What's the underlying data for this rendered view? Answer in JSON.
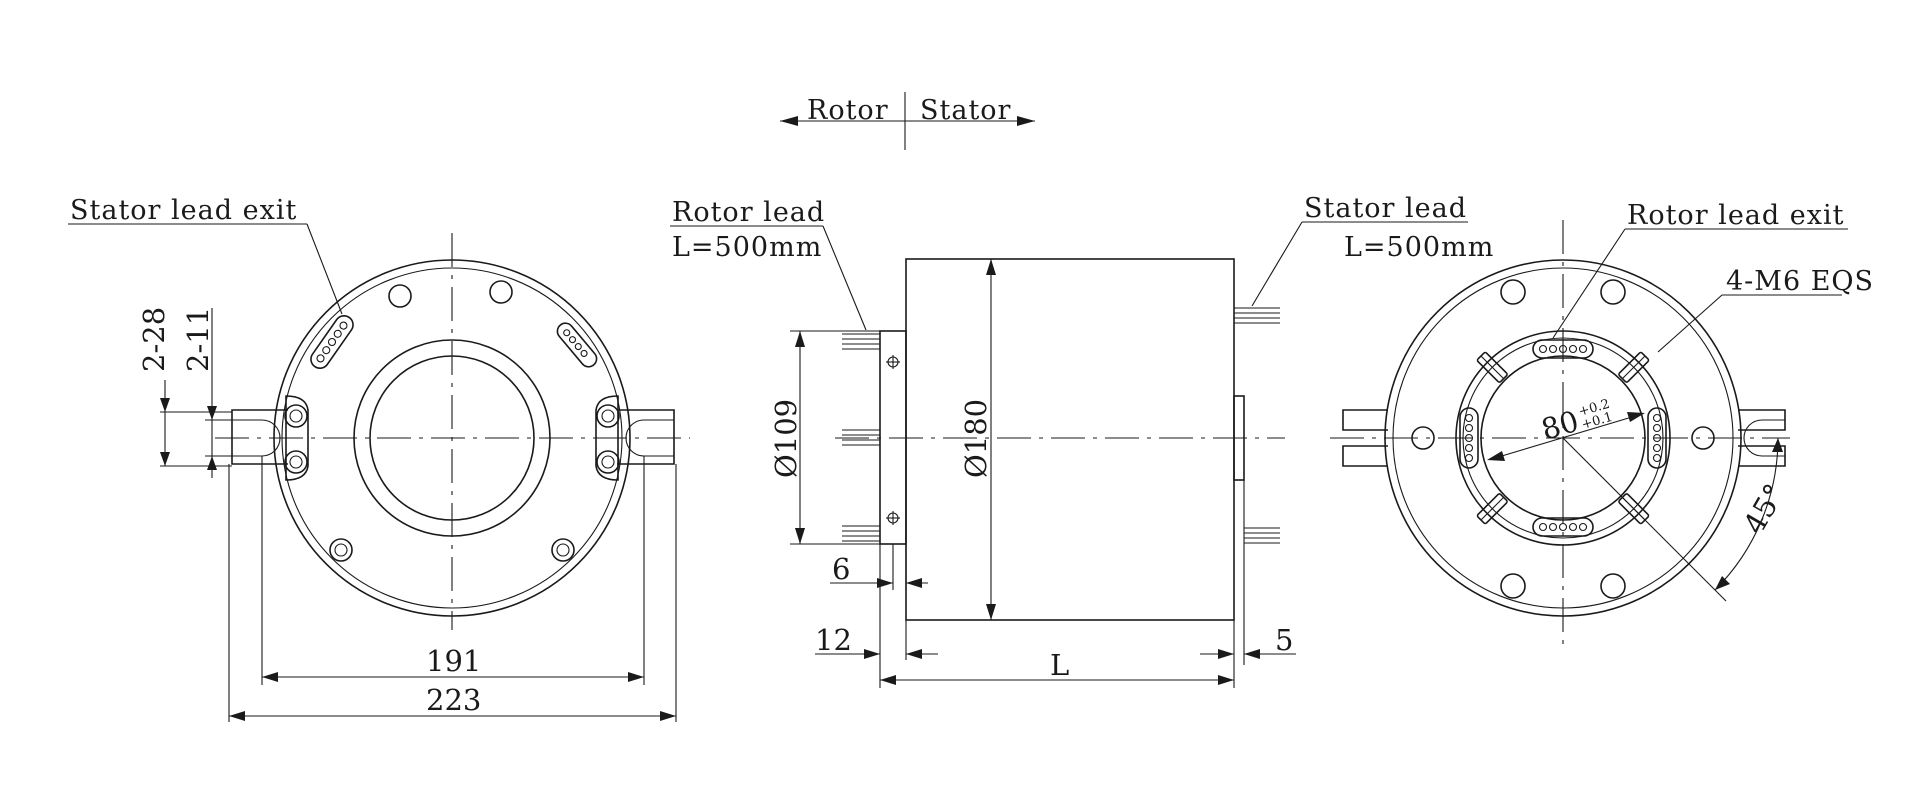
{
  "direction": {
    "rotor": "Rotor",
    "stator": "Stator"
  },
  "left_view": {
    "lead_exit_label": "Stator lead exit",
    "dim_slot_outer": "2-28",
    "dim_slot_inner": "2-11",
    "dim_inner_width": "191",
    "dim_outer_width": "223"
  },
  "side_view": {
    "rotor_lead_label": "Rotor lead",
    "rotor_lead_length": "L=500mm",
    "stator_lead_label": "Stator lead",
    "stator_lead_length": "L=500mm",
    "dim_flange_dia": "Ø109",
    "dim_body_dia": "Ø180",
    "dim_6": "6",
    "dim_12": "12",
    "dim_length": "L",
    "dim_5": "5"
  },
  "right_view": {
    "lead_exit_label": "Rotor lead exit",
    "holes_label": "4-M6 EQS",
    "bore_dia": "80",
    "tol_upper": "+0.2",
    "tol_lower": "+0.1",
    "angle": "45°"
  }
}
